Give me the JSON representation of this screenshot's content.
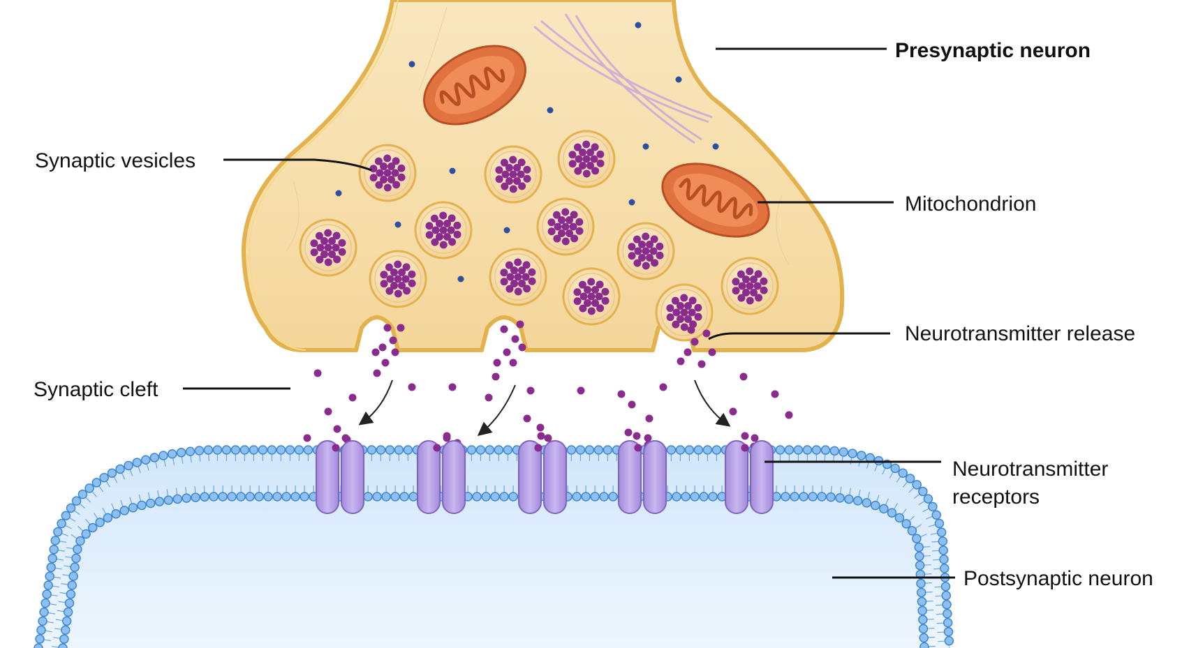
{
  "labels": {
    "presynaptic_neuron": "Presynaptic neuron",
    "synaptic_vesicles": "Synaptic vesicles",
    "mitochondrion": "Mitochondrion",
    "neurotransmitter_release": "Neurotransmitter release",
    "synaptic_cleft": "Synaptic cleft",
    "neurotransmitter_receptors_line1": "Neurotransmitter",
    "neurotransmitter_receptors_line2": "receptors",
    "postsynaptic_neuron": "Postsynaptic neuron"
  },
  "colors": {
    "terminal_fill": "#f7dfa9",
    "terminal_outline": "#e7b64d",
    "vesicle_fill": "#f6e2b8",
    "neurotransmitter": "#8a2b8e",
    "mitochondrion": "#e0733f",
    "membrane": "#5a9ee0",
    "postsynaptic_fill": "#e4f1fc",
    "receptor": "#b9a2e6",
    "leader_line": "#111111"
  }
}
